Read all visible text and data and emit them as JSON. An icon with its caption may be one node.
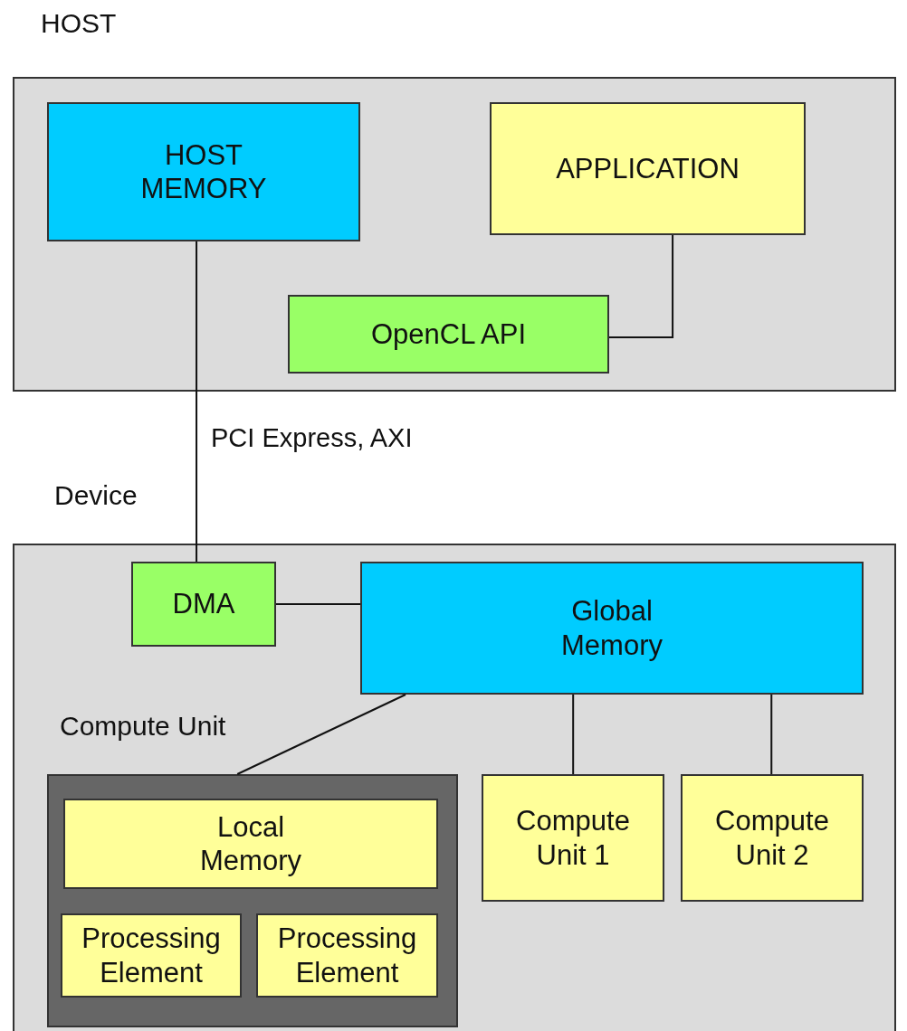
{
  "diagram": {
    "nodes": [
      {
        "text": [
          "HOST"
        ]
      },
      {
        "text": [
          "HOST MEMORY"
        ],
        "in": 0
      },
      {
        "text": [
          "APPLICATION"
        ],
        "in": 0
      },
      {
        "text": [
          "OpenCL API"
        ],
        "in": 0
      },
      {
        "text": [
          "Device"
        ]
      },
      {
        "text": [
          "DMA"
        ],
        "in": 4
      },
      {
        "text": [
          "Global Memory"
        ],
        "in": 4
      },
      {
        "text": [
          "Compute Unit"
        ],
        "in": 4
      },
      {
        "text": [
          "Local Memory"
        ],
        "in": 7
      },
      {
        "text": [
          "Processing Element"
        ],
        "in": 7
      },
      {
        "text": [
          "Processing Element"
        ],
        "in": 7
      },
      {
        "text": [
          "Compute Unit 1"
        ],
        "in": 4
      },
      {
        "text": [
          "Compute Unit 2"
        ],
        "in": 4
      }
    ],
    "edges": [
      {
        "from": 1,
        "to": 5,
        "arrow": "none",
        "label": "PCI Express, AXI"
      },
      {
        "from": 2,
        "to": 3,
        "arrow": "none"
      },
      {
        "from": 5,
        "to": 6,
        "arrow": "none"
      },
      {
        "from": 6,
        "to": 7,
        "arrow": "none"
      },
      {
        "from": 6,
        "to": 11,
        "arrow": "none"
      },
      {
        "from": 6,
        "to": 12,
        "arrow": "none"
      }
    ]
  }
}
